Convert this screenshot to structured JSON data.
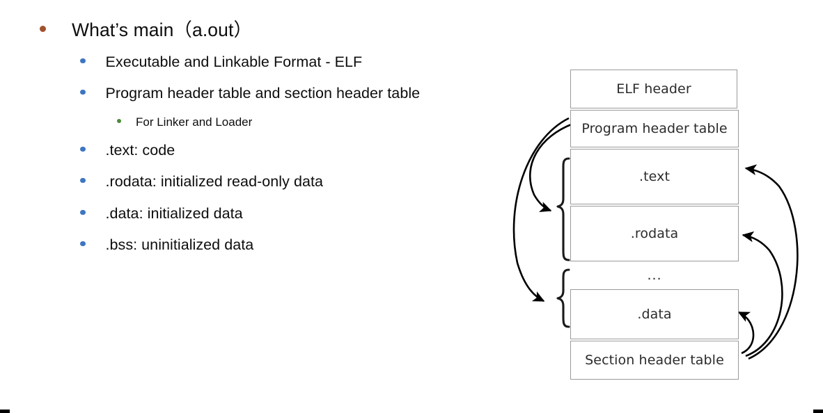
{
  "slide": {
    "background_color": "#ffffff",
    "bullet_colors": {
      "level1": "#A0522D",
      "level2": "#3E76C0",
      "level3": "#4E8A3B"
    },
    "text_color": "#0d0d0d"
  },
  "outline": [
    {
      "level": 1,
      "text": "What’s main（a.out）"
    },
    {
      "level": 2,
      "text": "Executable and Linkable Format - ELF"
    },
    {
      "level": 2,
      "text": "Program header table and section header table"
    },
    {
      "level": 3,
      "text": "For Linker and Loader"
    },
    {
      "level": 2,
      "text": ".text: code"
    },
    {
      "level": 2,
      "text": ".rodata: initialized read-only data"
    },
    {
      "level": 2,
      "text": ".data: initialized data"
    },
    {
      "level": 2,
      "text": ".bss: uninitialized data"
    }
  ],
  "diagram": {
    "name": "elf-file-layout",
    "border_color": "#9a9a9a",
    "label_color": "#2b2b2b",
    "sections": [
      {
        "id": "elf-header",
        "label": "ELF header"
      },
      {
        "id": "program-header-table",
        "label": "Program header table"
      },
      {
        "id": "text",
        "label": ".text"
      },
      {
        "id": "rodata",
        "label": ".rodata"
      },
      {
        "id": "ellipsis",
        "label": "..."
      },
      {
        "id": "data",
        "label": ".data"
      },
      {
        "id": "section-header-table",
        "label": "Section header table"
      }
    ],
    "arrows": [
      {
        "id": "phdr-to-segment-1",
        "from": "program-header-table",
        "to": "segment-brace-text-rodata"
      },
      {
        "id": "phdr-to-segment-2",
        "from": "program-header-table",
        "to": "segment-brace-data"
      },
      {
        "id": "shdr-to-text",
        "from": "section-header-table",
        "to": "text"
      },
      {
        "id": "shdr-to-rodata",
        "from": "section-header-table",
        "to": "rodata"
      },
      {
        "id": "shdr-to-data",
        "from": "section-header-table",
        "to": "data"
      }
    ],
    "braces": [
      {
        "id": "segment-brace-text-rodata",
        "spans": [
          ".text",
          ".rodata"
        ]
      },
      {
        "id": "segment-brace-data",
        "spans": [
          "...",
          ".data"
        ]
      }
    ]
  }
}
